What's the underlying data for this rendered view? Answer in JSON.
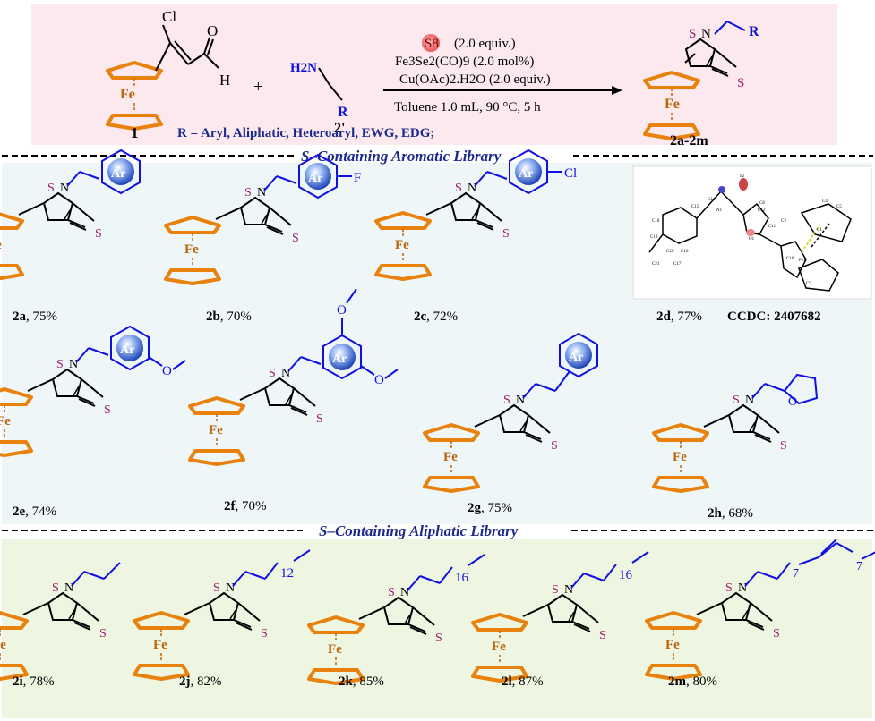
{
  "scheme": {
    "reactant1": {
      "label": "1",
      "substituent": "Cl",
      "carbonyl_o": "O",
      "carbonyl_h": "H"
    },
    "plus": "+",
    "reactant2": {
      "label": "2'",
      "amine": "H2N",
      "r_group": "R"
    },
    "reagents": {
      "s8": "S8",
      "s8_amt": "(2.0 equiv.)",
      "catalyst": "Fe3Se2(CO)9 (2.0 mol%)",
      "oxidant": "Cu(OAc)2.H2O (2.0 equiv.)",
      "conditions": "Toluene 1.0 mL, 90 °C, 5 h"
    },
    "r_definition": "R = Aryl, Aliphatic, Heteroaryl, EWG, EDG;",
    "product": {
      "label": "2a-2m",
      "r_group": "R"
    }
  },
  "sections": {
    "aromatic": "S–Containing Aromatic Library",
    "aliphatic": "S–Containing Aliphatic Library"
  },
  "atoms": {
    "fe": "Fe",
    "s": "S",
    "n": "N",
    "exo_s": "S",
    "ar": "Ar",
    "o": "O"
  },
  "aromatic_compounds": [
    {
      "id": "2a",
      "yield": ", 75%",
      "sub": ""
    },
    {
      "id": "2b",
      "yield": ", 70%",
      "sub": "F"
    },
    {
      "id": "2c",
      "yield": ", 72%",
      "sub": "Cl"
    },
    {
      "id": "2d",
      "yield": ", 77%",
      "ccdc": "CCDC: 2407682"
    },
    {
      "id": "2e",
      "yield": ", 74%",
      "sub": "O"
    },
    {
      "id": "2f",
      "yield": ", 70%",
      "sub": "O"
    },
    {
      "id": "2g",
      "yield": ", 75%",
      "sub": ""
    },
    {
      "id": "2h",
      "yield": ", 68%",
      "sub": "O"
    }
  ],
  "aliphatic_compounds": [
    {
      "id": "2i",
      "yield": ", 78%",
      "chain": ""
    },
    {
      "id": "2j",
      "yield": ", 82%",
      "chain": "12"
    },
    {
      "id": "2k",
      "yield": ", 85%",
      "chain": "16"
    },
    {
      "id": "2l",
      "yield": ", 87%",
      "chain": "16"
    },
    {
      "id": "2m",
      "yield": ", 80%",
      "chain": "7",
      "chain2": "7"
    }
  ],
  "crystal_labels": [
    "C14",
    "N1",
    "S2",
    "O1",
    "C8",
    "C2",
    "C4",
    "C5",
    "C18",
    "C19",
    "C20",
    "C15",
    "C16",
    "C17",
    "C21",
    "C11",
    "C12",
    "C10",
    "C1",
    "Fe1",
    "C9"
  ],
  "colors": {
    "ferrocene": "#e8820c",
    "iron": "#b9650a",
    "sulfur": "#a0186e",
    "chain": "#1010e0",
    "section_text": "#1d2a8c"
  }
}
